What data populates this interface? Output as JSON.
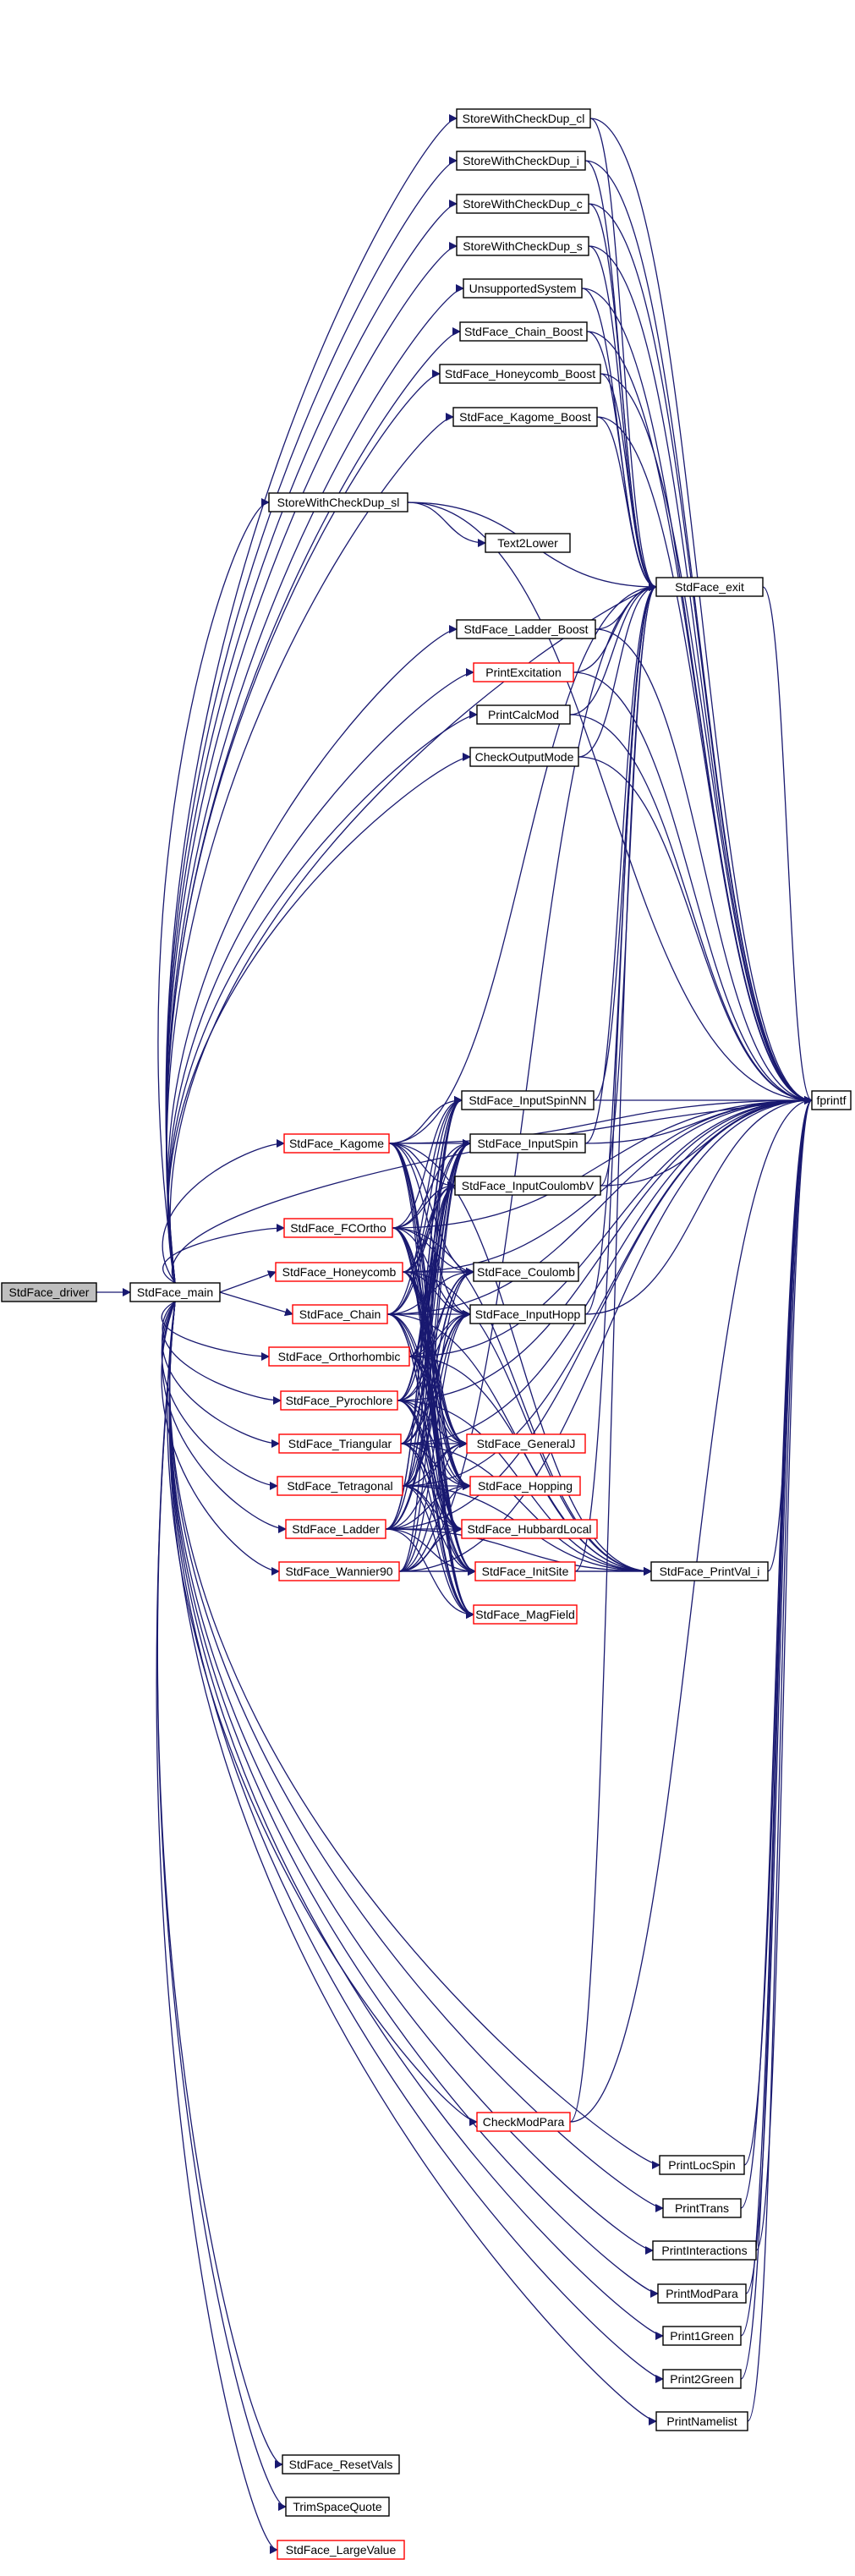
{
  "diagram": {
    "nodes": [
      {
        "id": "driver",
        "label": "StdFace_driver",
        "style": "root"
      },
      {
        "id": "main",
        "label": "StdFace_main",
        "style": "normal"
      },
      {
        "id": "swcd_cl",
        "label": "StoreWithCheckDup_cl",
        "style": "normal"
      },
      {
        "id": "swcd_i",
        "label": "StoreWithCheckDup_i",
        "style": "normal"
      },
      {
        "id": "swcd_c",
        "label": "StoreWithCheckDup_c",
        "style": "normal"
      },
      {
        "id": "swcd_s",
        "label": "StoreWithCheckDup_s",
        "style": "normal"
      },
      {
        "id": "unsup",
        "label": "UnsupportedSystem",
        "style": "normal"
      },
      {
        "id": "chain_boost",
        "label": "StdFace_Chain_Boost",
        "style": "normal"
      },
      {
        "id": "honey_boost",
        "label": "StdFace_Honeycomb_Boost",
        "style": "normal"
      },
      {
        "id": "kagome_boost",
        "label": "StdFace_Kagome_Boost",
        "style": "normal"
      },
      {
        "id": "swcd_sl",
        "label": "StoreWithCheckDup_sl",
        "style": "normal"
      },
      {
        "id": "text2lower",
        "label": "Text2Lower",
        "style": "normal"
      },
      {
        "id": "exit",
        "label": "StdFace_exit",
        "style": "normal"
      },
      {
        "id": "ladder_boost",
        "label": "StdFace_Ladder_Boost",
        "style": "normal"
      },
      {
        "id": "printexc",
        "label": "PrintExcitation",
        "style": "red"
      },
      {
        "id": "printcalc",
        "label": "PrintCalcMod",
        "style": "normal"
      },
      {
        "id": "checkout",
        "label": "CheckOutputMode",
        "style": "normal"
      },
      {
        "id": "inspinnn",
        "label": "StdFace_InputSpinNN",
        "style": "normal"
      },
      {
        "id": "fprintf",
        "label": "fprintf",
        "style": "normal"
      },
      {
        "id": "inspin",
        "label": "StdFace_InputSpin",
        "style": "normal"
      },
      {
        "id": "kagome",
        "label": "StdFace_Kagome",
        "style": "red"
      },
      {
        "id": "incoul",
        "label": "StdFace_InputCoulombV",
        "style": "normal"
      },
      {
        "id": "fcortho",
        "label": "StdFace_FCOrtho",
        "style": "red"
      },
      {
        "id": "honeycomb",
        "label": "StdFace_Honeycomb",
        "style": "red"
      },
      {
        "id": "coulomb",
        "label": "StdFace_Coulomb",
        "style": "normal"
      },
      {
        "id": "chain",
        "label": "StdFace_Chain",
        "style": "red"
      },
      {
        "id": "inhopp",
        "label": "StdFace_InputHopp",
        "style": "normal"
      },
      {
        "id": "ortho",
        "label": "StdFace_Orthorhombic",
        "style": "red"
      },
      {
        "id": "pyro",
        "label": "StdFace_Pyrochlore",
        "style": "red"
      },
      {
        "id": "triang",
        "label": "StdFace_Triangular",
        "style": "red"
      },
      {
        "id": "generalj",
        "label": "StdFace_GeneralJ",
        "style": "red"
      },
      {
        "id": "tetra",
        "label": "StdFace_Tetragonal",
        "style": "red"
      },
      {
        "id": "hopping",
        "label": "StdFace_Hopping",
        "style": "red"
      },
      {
        "id": "ladder",
        "label": "StdFace_Ladder",
        "style": "red"
      },
      {
        "id": "hubloc",
        "label": "StdFace_HubbardLocal",
        "style": "red"
      },
      {
        "id": "wannier",
        "label": "StdFace_Wannier90",
        "style": "red"
      },
      {
        "id": "initsite",
        "label": "StdFace_InitSite",
        "style": "red"
      },
      {
        "id": "printvali",
        "label": "StdFace_PrintVal_i",
        "style": "normal"
      },
      {
        "id": "magfield",
        "label": "StdFace_MagField",
        "style": "red"
      },
      {
        "id": "checkmod",
        "label": "CheckModPara",
        "style": "red"
      },
      {
        "id": "printlocspin",
        "label": "PrintLocSpin",
        "style": "normal"
      },
      {
        "id": "printtrans",
        "label": "PrintTrans",
        "style": "normal"
      },
      {
        "id": "printinter",
        "label": "PrintInteractions",
        "style": "normal"
      },
      {
        "id": "printmod",
        "label": "PrintModPara",
        "style": "normal"
      },
      {
        "id": "print1g",
        "label": "Print1Green",
        "style": "normal"
      },
      {
        "id": "print2g",
        "label": "Print2Green",
        "style": "normal"
      },
      {
        "id": "printname",
        "label": "PrintNamelist",
        "style": "normal"
      },
      {
        "id": "resetvals",
        "label": "StdFace_ResetVals",
        "style": "normal"
      },
      {
        "id": "trimsq",
        "label": "TrimSpaceQuote",
        "style": "normal"
      },
      {
        "id": "largeval",
        "label": "StdFace_LargeValue",
        "style": "red"
      }
    ],
    "edges": [
      [
        "driver",
        "main"
      ],
      [
        "main",
        "swcd_cl"
      ],
      [
        "main",
        "swcd_i"
      ],
      [
        "main",
        "swcd_c"
      ],
      [
        "main",
        "swcd_s"
      ],
      [
        "main",
        "unsup"
      ],
      [
        "main",
        "chain_boost"
      ],
      [
        "main",
        "honey_boost"
      ],
      [
        "main",
        "kagome_boost"
      ],
      [
        "main",
        "swcd_sl"
      ],
      [
        "main",
        "exit"
      ],
      [
        "main",
        "ladder_boost"
      ],
      [
        "main",
        "printexc"
      ],
      [
        "main",
        "printcalc"
      ],
      [
        "main",
        "checkout"
      ],
      [
        "main",
        "fprintf"
      ],
      [
        "main",
        "kagome"
      ],
      [
        "main",
        "fcortho"
      ],
      [
        "main",
        "honeycomb"
      ],
      [
        "main",
        "chain"
      ],
      [
        "main",
        "ortho"
      ],
      [
        "main",
        "pyro"
      ],
      [
        "main",
        "triang"
      ],
      [
        "main",
        "tetra"
      ],
      [
        "main",
        "ladder"
      ],
      [
        "main",
        "wannier"
      ],
      [
        "main",
        "checkmod"
      ],
      [
        "main",
        "printlocspin"
      ],
      [
        "main",
        "printtrans"
      ],
      [
        "main",
        "printinter"
      ],
      [
        "main",
        "printmod"
      ],
      [
        "main",
        "print1g"
      ],
      [
        "main",
        "print2g"
      ],
      [
        "main",
        "printname"
      ],
      [
        "main",
        "resetvals"
      ],
      [
        "main",
        "trimsq"
      ],
      [
        "main",
        "largeval"
      ],
      [
        "swcd_cl",
        "exit"
      ],
      [
        "swcd_cl",
        "fprintf"
      ],
      [
        "swcd_i",
        "exit"
      ],
      [
        "swcd_i",
        "fprintf"
      ],
      [
        "swcd_c",
        "exit"
      ],
      [
        "swcd_c",
        "fprintf"
      ],
      [
        "swcd_s",
        "exit"
      ],
      [
        "swcd_s",
        "fprintf"
      ],
      [
        "unsup",
        "exit"
      ],
      [
        "unsup",
        "fprintf"
      ],
      [
        "chain_boost",
        "exit"
      ],
      [
        "chain_boost",
        "fprintf"
      ],
      [
        "honey_boost",
        "exit"
      ],
      [
        "honey_boost",
        "fprintf"
      ],
      [
        "kagome_boost",
        "exit"
      ],
      [
        "kagome_boost",
        "fprintf"
      ],
      [
        "swcd_sl",
        "exit"
      ],
      [
        "swcd_sl",
        "fprintf"
      ],
      [
        "swcd_sl",
        "text2lower"
      ],
      [
        "exit",
        "fprintf"
      ],
      [
        "ladder_boost",
        "exit"
      ],
      [
        "ladder_boost",
        "fprintf"
      ],
      [
        "printexc",
        "exit"
      ],
      [
        "printexc",
        "fprintf"
      ],
      [
        "printcalc",
        "exit"
      ],
      [
        "printcalc",
        "fprintf"
      ],
      [
        "checkout",
        "exit"
      ],
      [
        "checkout",
        "fprintf"
      ],
      [
        "inspinnn",
        "exit"
      ],
      [
        "inspinnn",
        "fprintf"
      ],
      [
        "inspin",
        "exit"
      ],
      [
        "inspin",
        "fprintf"
      ],
      [
        "incoul",
        "exit"
      ],
      [
        "incoul",
        "fprintf"
      ],
      [
        "inhopp",
        "exit"
      ],
      [
        "inhopp",
        "fprintf"
      ],
      [
        "initsite",
        "exit"
      ],
      [
        "initsite",
        "printvali"
      ],
      [
        "printvali",
        "fprintf"
      ],
      [
        "checkmod",
        "exit"
      ],
      [
        "checkmod",
        "fprintf"
      ],
      [
        "printlocspin",
        "fprintf"
      ],
      [
        "printtrans",
        "fprintf"
      ],
      [
        "printinter",
        "fprintf"
      ],
      [
        "printmod",
        "fprintf"
      ],
      [
        "print1g",
        "fprintf"
      ],
      [
        "print2g",
        "fprintf"
      ],
      [
        "printname",
        "fprintf"
      ],
      [
        "kagome",
        "inspinnn"
      ],
      [
        "kagome",
        "inspin"
      ],
      [
        "kagome",
        "incoul"
      ],
      [
        "kagome",
        "coulomb"
      ],
      [
        "kagome",
        "inhopp"
      ],
      [
        "kagome",
        "generalj"
      ],
      [
        "kagome",
        "hopping"
      ],
      [
        "kagome",
        "hubloc"
      ],
      [
        "kagome",
        "initsite"
      ],
      [
        "kagome",
        "magfield"
      ],
      [
        "kagome",
        "printvali"
      ],
      [
        "kagome",
        "fprintf"
      ],
      [
        "kagome",
        "exit"
      ],
      [
        "fcortho",
        "inspinnn"
      ],
      [
        "fcortho",
        "inspin"
      ],
      [
        "fcortho",
        "incoul"
      ],
      [
        "fcortho",
        "coulomb"
      ],
      [
        "fcortho",
        "inhopp"
      ],
      [
        "fcortho",
        "generalj"
      ],
      [
        "fcortho",
        "hopping"
      ],
      [
        "fcortho",
        "hubloc"
      ],
      [
        "fcortho",
        "initsite"
      ],
      [
        "fcortho",
        "magfield"
      ],
      [
        "fcortho",
        "printvali"
      ],
      [
        "fcortho",
        "fprintf"
      ],
      [
        "honeycomb",
        "inspinnn"
      ],
      [
        "honeycomb",
        "inspin"
      ],
      [
        "honeycomb",
        "incoul"
      ],
      [
        "honeycomb",
        "coulomb"
      ],
      [
        "honeycomb",
        "inhopp"
      ],
      [
        "honeycomb",
        "generalj"
      ],
      [
        "honeycomb",
        "hopping"
      ],
      [
        "honeycomb",
        "hubloc"
      ],
      [
        "honeycomb",
        "initsite"
      ],
      [
        "honeycomb",
        "magfield"
      ],
      [
        "honeycomb",
        "printvali"
      ],
      [
        "honeycomb",
        "fprintf"
      ],
      [
        "chain",
        "inspinnn"
      ],
      [
        "chain",
        "inspin"
      ],
      [
        "chain",
        "incoul"
      ],
      [
        "chain",
        "coulomb"
      ],
      [
        "chain",
        "inhopp"
      ],
      [
        "chain",
        "generalj"
      ],
      [
        "chain",
        "hopping"
      ],
      [
        "chain",
        "hubloc"
      ],
      [
        "chain",
        "initsite"
      ],
      [
        "chain",
        "magfield"
      ],
      [
        "chain",
        "printvali"
      ],
      [
        "chain",
        "fprintf"
      ],
      [
        "ortho",
        "inspinnn"
      ],
      [
        "ortho",
        "inspin"
      ],
      [
        "ortho",
        "incoul"
      ],
      [
        "ortho",
        "coulomb"
      ],
      [
        "ortho",
        "inhopp"
      ],
      [
        "ortho",
        "generalj"
      ],
      [
        "ortho",
        "hopping"
      ],
      [
        "ortho",
        "hubloc"
      ],
      [
        "ortho",
        "initsite"
      ],
      [
        "ortho",
        "magfield"
      ],
      [
        "ortho",
        "printvali"
      ],
      [
        "ortho",
        "fprintf"
      ],
      [
        "pyro",
        "inspinnn"
      ],
      [
        "pyro",
        "inspin"
      ],
      [
        "pyro",
        "incoul"
      ],
      [
        "pyro",
        "coulomb"
      ],
      [
        "pyro",
        "inhopp"
      ],
      [
        "pyro",
        "generalj"
      ],
      [
        "pyro",
        "hopping"
      ],
      [
        "pyro",
        "hubloc"
      ],
      [
        "pyro",
        "initsite"
      ],
      [
        "pyro",
        "magfield"
      ],
      [
        "pyro",
        "printvali"
      ],
      [
        "pyro",
        "fprintf"
      ],
      [
        "triang",
        "inspinnn"
      ],
      [
        "triang",
        "inspin"
      ],
      [
        "triang",
        "incoul"
      ],
      [
        "triang",
        "coulomb"
      ],
      [
        "triang",
        "inhopp"
      ],
      [
        "triang",
        "generalj"
      ],
      [
        "triang",
        "hopping"
      ],
      [
        "triang",
        "hubloc"
      ],
      [
        "triang",
        "initsite"
      ],
      [
        "triang",
        "magfield"
      ],
      [
        "triang",
        "printvali"
      ],
      [
        "triang",
        "fprintf"
      ],
      [
        "tetra",
        "inspinnn"
      ],
      [
        "tetra",
        "inspin"
      ],
      [
        "tetra",
        "incoul"
      ],
      [
        "tetra",
        "coulomb"
      ],
      [
        "tetra",
        "inhopp"
      ],
      [
        "tetra",
        "generalj"
      ],
      [
        "tetra",
        "hopping"
      ],
      [
        "tetra",
        "hubloc"
      ],
      [
        "tetra",
        "initsite"
      ],
      [
        "tetra",
        "magfield"
      ],
      [
        "tetra",
        "printvali"
      ],
      [
        "tetra",
        "fprintf"
      ],
      [
        "ladder",
        "inspinnn"
      ],
      [
        "ladder",
        "inspin"
      ],
      [
        "ladder",
        "incoul"
      ],
      [
        "ladder",
        "coulomb"
      ],
      [
        "ladder",
        "inhopp"
      ],
      [
        "ladder",
        "generalj"
      ],
      [
        "ladder",
        "hopping"
      ],
      [
        "ladder",
        "hubloc"
      ],
      [
        "ladder",
        "initsite"
      ],
      [
        "ladder",
        "magfield"
      ],
      [
        "ladder",
        "printvali"
      ],
      [
        "ladder",
        "fprintf"
      ],
      [
        "wannier",
        "inspin"
      ],
      [
        "wannier",
        "incoul"
      ],
      [
        "wannier",
        "inhopp"
      ],
      [
        "wannier",
        "generalj"
      ],
      [
        "wannier",
        "hopping"
      ],
      [
        "wannier",
        "hubloc"
      ],
      [
        "wannier",
        "initsite"
      ],
      [
        "wannier",
        "printvali"
      ],
      [
        "wannier",
        "fprintf"
      ],
      [
        "wannier",
        "exit"
      ]
    ]
  }
}
